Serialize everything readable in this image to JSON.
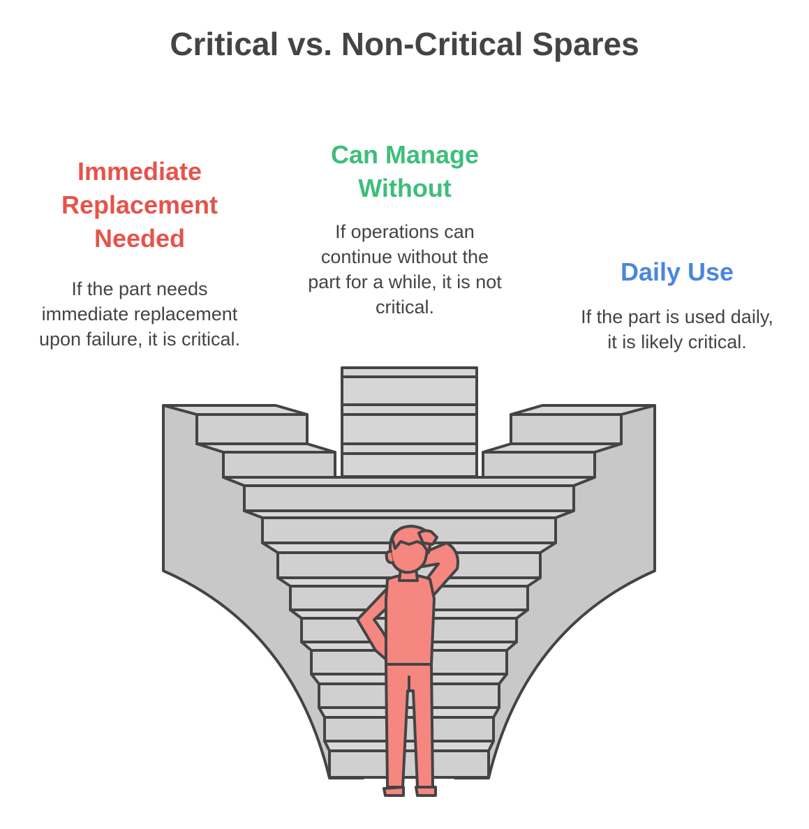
{
  "title": "Critical vs. Non-Critical Spares",
  "colors": {
    "title": "#444444",
    "critical": "#E5534B",
    "manage": "#3DBE7A",
    "daily": "#4A86E0",
    "body_text": "#444444",
    "stair_fill": "#D0D0D0",
    "stair_front": "#C4C4C4",
    "person": "#F58680",
    "outline": "#444444"
  },
  "options": [
    {
      "heading": "Immediate Replacement Needed",
      "heading_lines": [
        "Immediate",
        "Replacement",
        "Needed"
      ],
      "description_lines": [
        "If the part needs",
        "immediate replacement",
        "upon failure, it is critical."
      ],
      "color": "#E5534B"
    },
    {
      "heading": "Can Manage Without",
      "heading_lines": [
        "Can Manage",
        "Without"
      ],
      "description_lines": [
        "If operations can",
        "continue without the",
        "part for a while, it is not",
        "critical."
      ],
      "color": "#3DBE7A"
    },
    {
      "heading": "Daily Use",
      "heading_lines": [
        "Daily Use"
      ],
      "description_lines": [
        "If the part is used daily,",
        "it is likely critical."
      ],
      "color": "#4A86E0"
    }
  ],
  "illustration": {
    "subject": "person-scratching-head-icon",
    "structure": "three-way-staircase-icon"
  }
}
